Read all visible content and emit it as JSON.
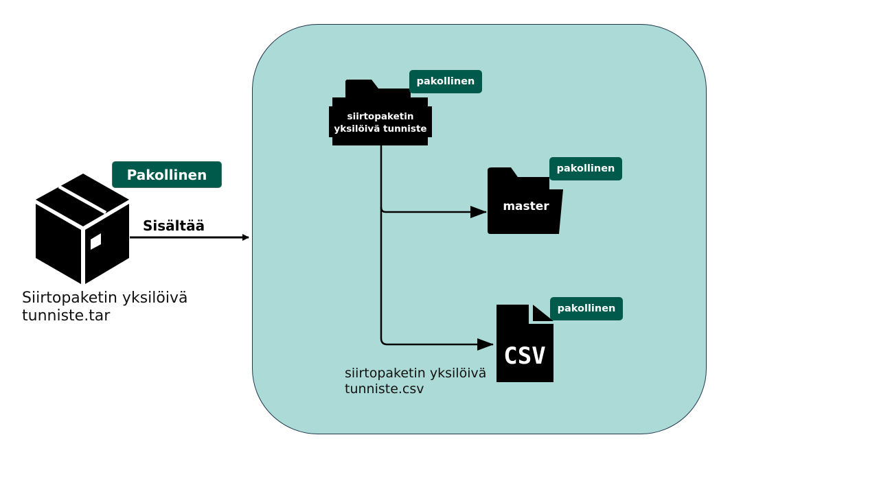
{
  "package": {
    "badge": "Pakollinen",
    "caption_line1": "Siirtopaketin yksilöivä",
    "caption_line2": "tunniste.tar",
    "icon": "package-box-icon"
  },
  "relation_label": "Sisältää",
  "tree": {
    "root_folder": {
      "line1": "siirtopaketin",
      "line2": "yksilöivä tunniste",
      "badge": "pakollinen",
      "icon": "folder-icon"
    },
    "master_folder": {
      "label": "master",
      "badge": "pakollinen",
      "icon": "folder-icon"
    },
    "csv_file": {
      "icon_text": "CSV",
      "badge": "pakollinen",
      "caption_line1": "siirtopaketin yksilöivä",
      "caption_line2": "tunniste.csv",
      "icon": "csv-file-icon"
    }
  },
  "colors": {
    "panel_fill": "#acdad6",
    "panel_border": "#1f3650",
    "badge_fill": "#005a4b",
    "badge_text": "#ffffff",
    "icon_fill": "#000000"
  }
}
